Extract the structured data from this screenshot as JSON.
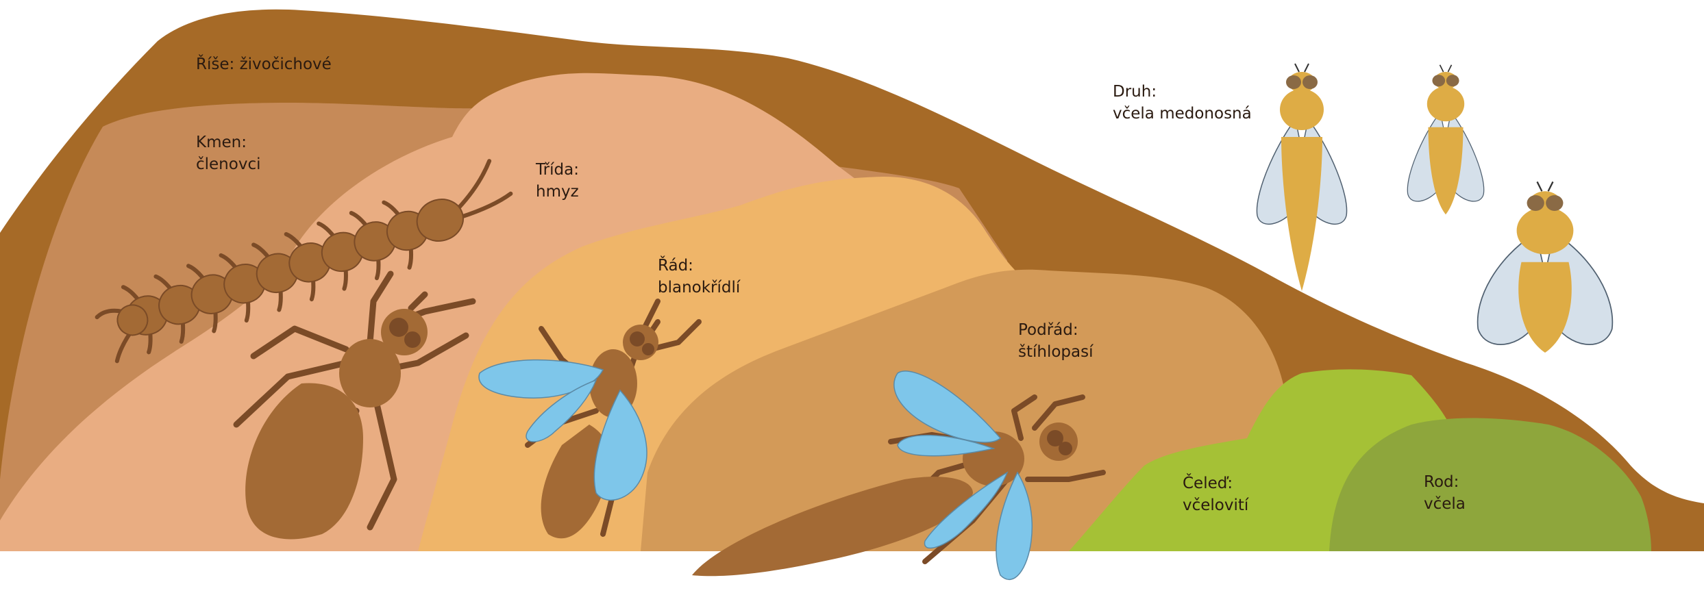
{
  "colors": {
    "kingdom": "#a66a27",
    "phylum": "#c68a58",
    "class": "#e9ad82",
    "order": "#efb569",
    "suborder": "#d39a58",
    "family": "#a5c136",
    "genus": "#8ea63c",
    "insect_body": "#a36a35",
    "insect_leg": "#7b4b27",
    "wing_blue": "#7ec6ea",
    "bee_body": "#deac45",
    "bee_wing": "#d5e0ea"
  },
  "labels": {
    "kingdom": "Říše: živočichové",
    "phylum_line1": "Kmen:",
    "phylum_line2": "členovci",
    "class_line1": "Třída:",
    "class_line2": "hmyz",
    "order_line1": "Řád:",
    "order_line2": "blanokřídlí",
    "suborder_line1": "Podřád:",
    "suborder_line2": "štíhlopasí",
    "family_line1": "Čeleď:",
    "family_line2": "včelovití",
    "genus_line1": "Rod:",
    "genus_line2": "včela",
    "species_line1": "Druh:",
    "species_line2": "včela medonosná"
  },
  "icons": {
    "centipede": "centipede-icon",
    "insect": "insect-icon",
    "wasp": "wasp-icon",
    "bee": "honeybee-icon"
  }
}
